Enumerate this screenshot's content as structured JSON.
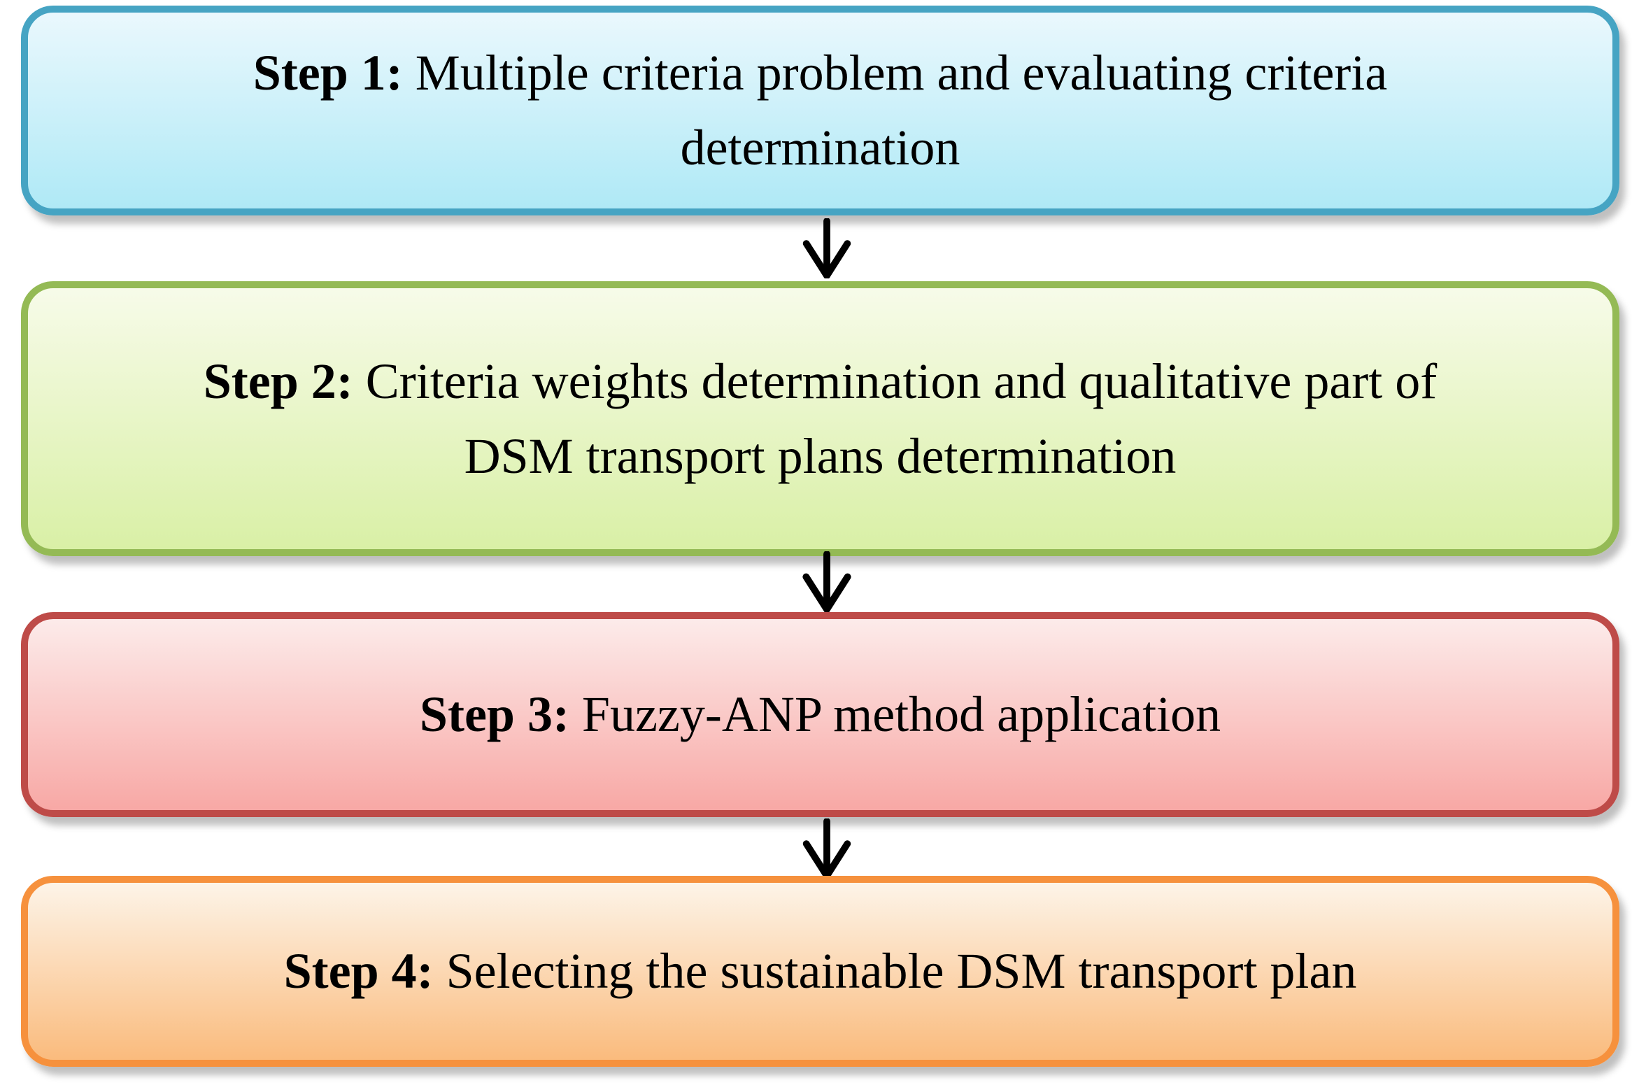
{
  "figure": {
    "type": "flowchart",
    "direction": "top-to-bottom",
    "background_color": "#FFFFFF",
    "text_color": "#000000",
    "arrow": {
      "glyph": "down-arrow",
      "color": "#000000",
      "count": 3
    },
    "steps": [
      {
        "id": "step-1",
        "label": "Step 1:",
        "line1": " Multiple criteria problem and evaluating criteria",
        "line2": "determination",
        "full_text": "Step 1: Multiple criteria problem and evaluating criteria determination",
        "fill_top": "#EAF8FD",
        "fill_bottom": "#AFE9F6",
        "border_color": "#46A4C3"
      },
      {
        "id": "step-2",
        "label": "Step 2:",
        "line1": " Criteria weights determination and qualitative part of",
        "line2": "DSM transport plans determination",
        "full_text": "Step 2: Criteria weights determination and qualitative part of DSM transport plans determination",
        "fill_top": "#F7FBE9",
        "fill_bottom": "#D9F0A6",
        "border_color": "#94BA55"
      },
      {
        "id": "step-3",
        "label": "Step 3:",
        "line1": " Fuzzy-ANP method application",
        "full_text": "Step 3: Fuzzy-ANP method application",
        "fill_top": "#FCEBEA",
        "fill_bottom": "#F8A8A5",
        "border_color": "#BE4B48"
      },
      {
        "id": "step-4",
        "label": "Step 4:",
        "line1": " Selecting the sustainable DSM transport plan",
        "full_text": "Step 4: Selecting the sustainable DSM transport plan",
        "fill_top": "#FDF4E8",
        "fill_bottom": "#FABB7D",
        "border_color": "#F6913D"
      }
    ]
  }
}
